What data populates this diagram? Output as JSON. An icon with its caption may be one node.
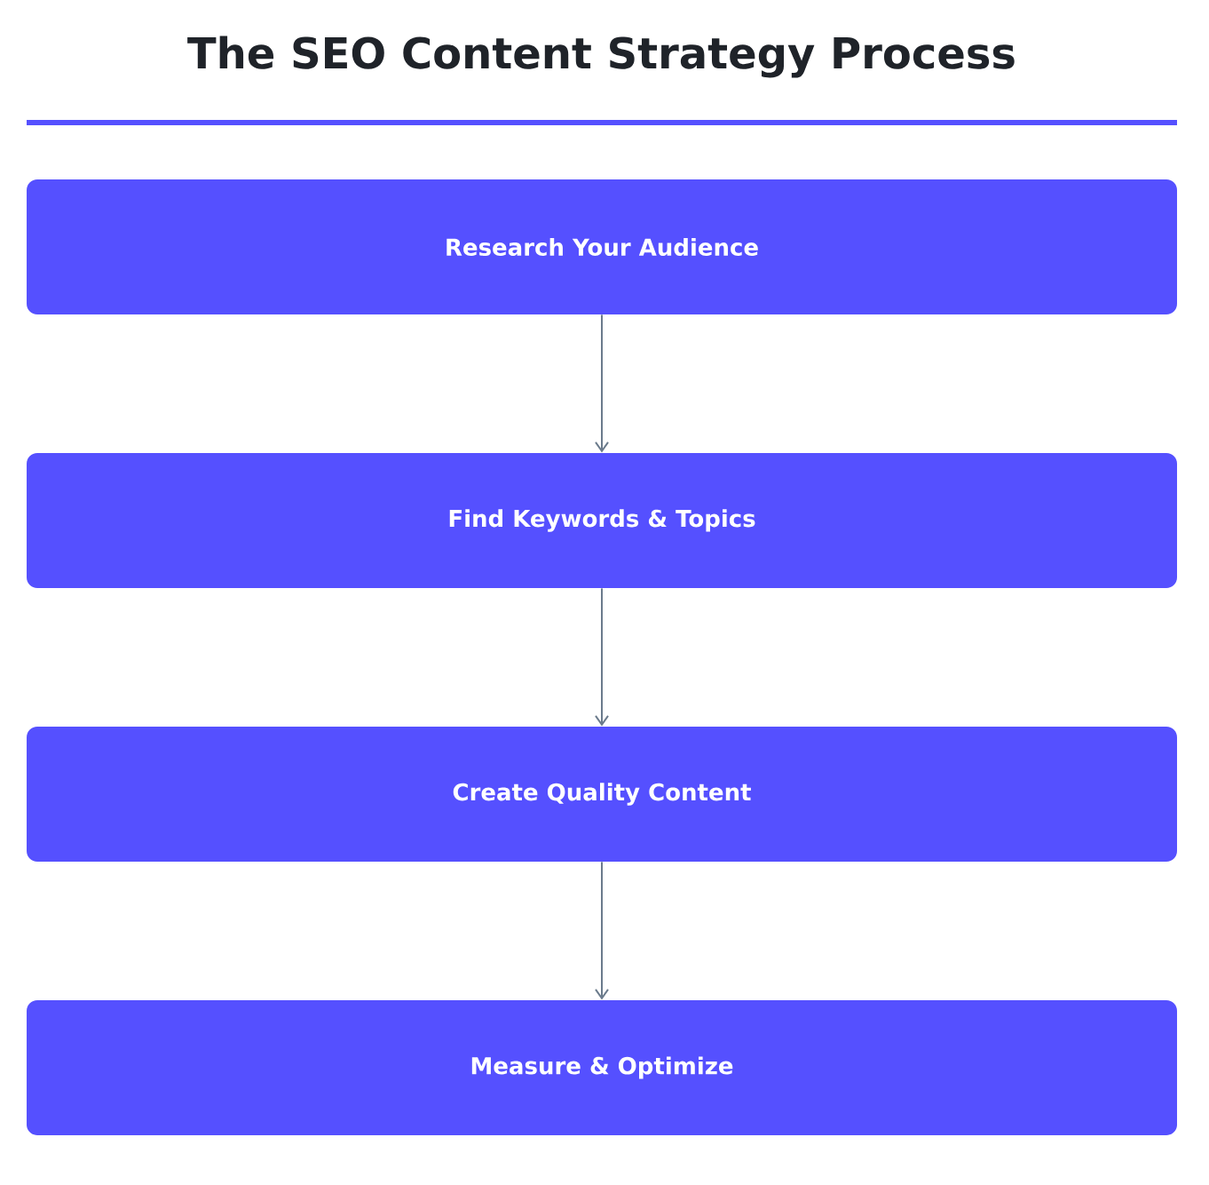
{
  "diagram": {
    "title": "The SEO Content Strategy Process",
    "nodes": [
      {
        "text": [
          "Research Your Audience"
        ]
      },
      {
        "text": [
          "Find Keywords & Topics"
        ]
      },
      {
        "text": [
          "Create Quality Content"
        ]
      },
      {
        "text": [
          "Measure & Optimize"
        ]
      }
    ],
    "edges": [
      {
        "from": 0,
        "to": 1,
        "arrow": "to"
      },
      {
        "from": 1,
        "to": 2,
        "arrow": "to"
      },
      {
        "from": 2,
        "to": 3,
        "arrow": "to"
      }
    ]
  }
}
